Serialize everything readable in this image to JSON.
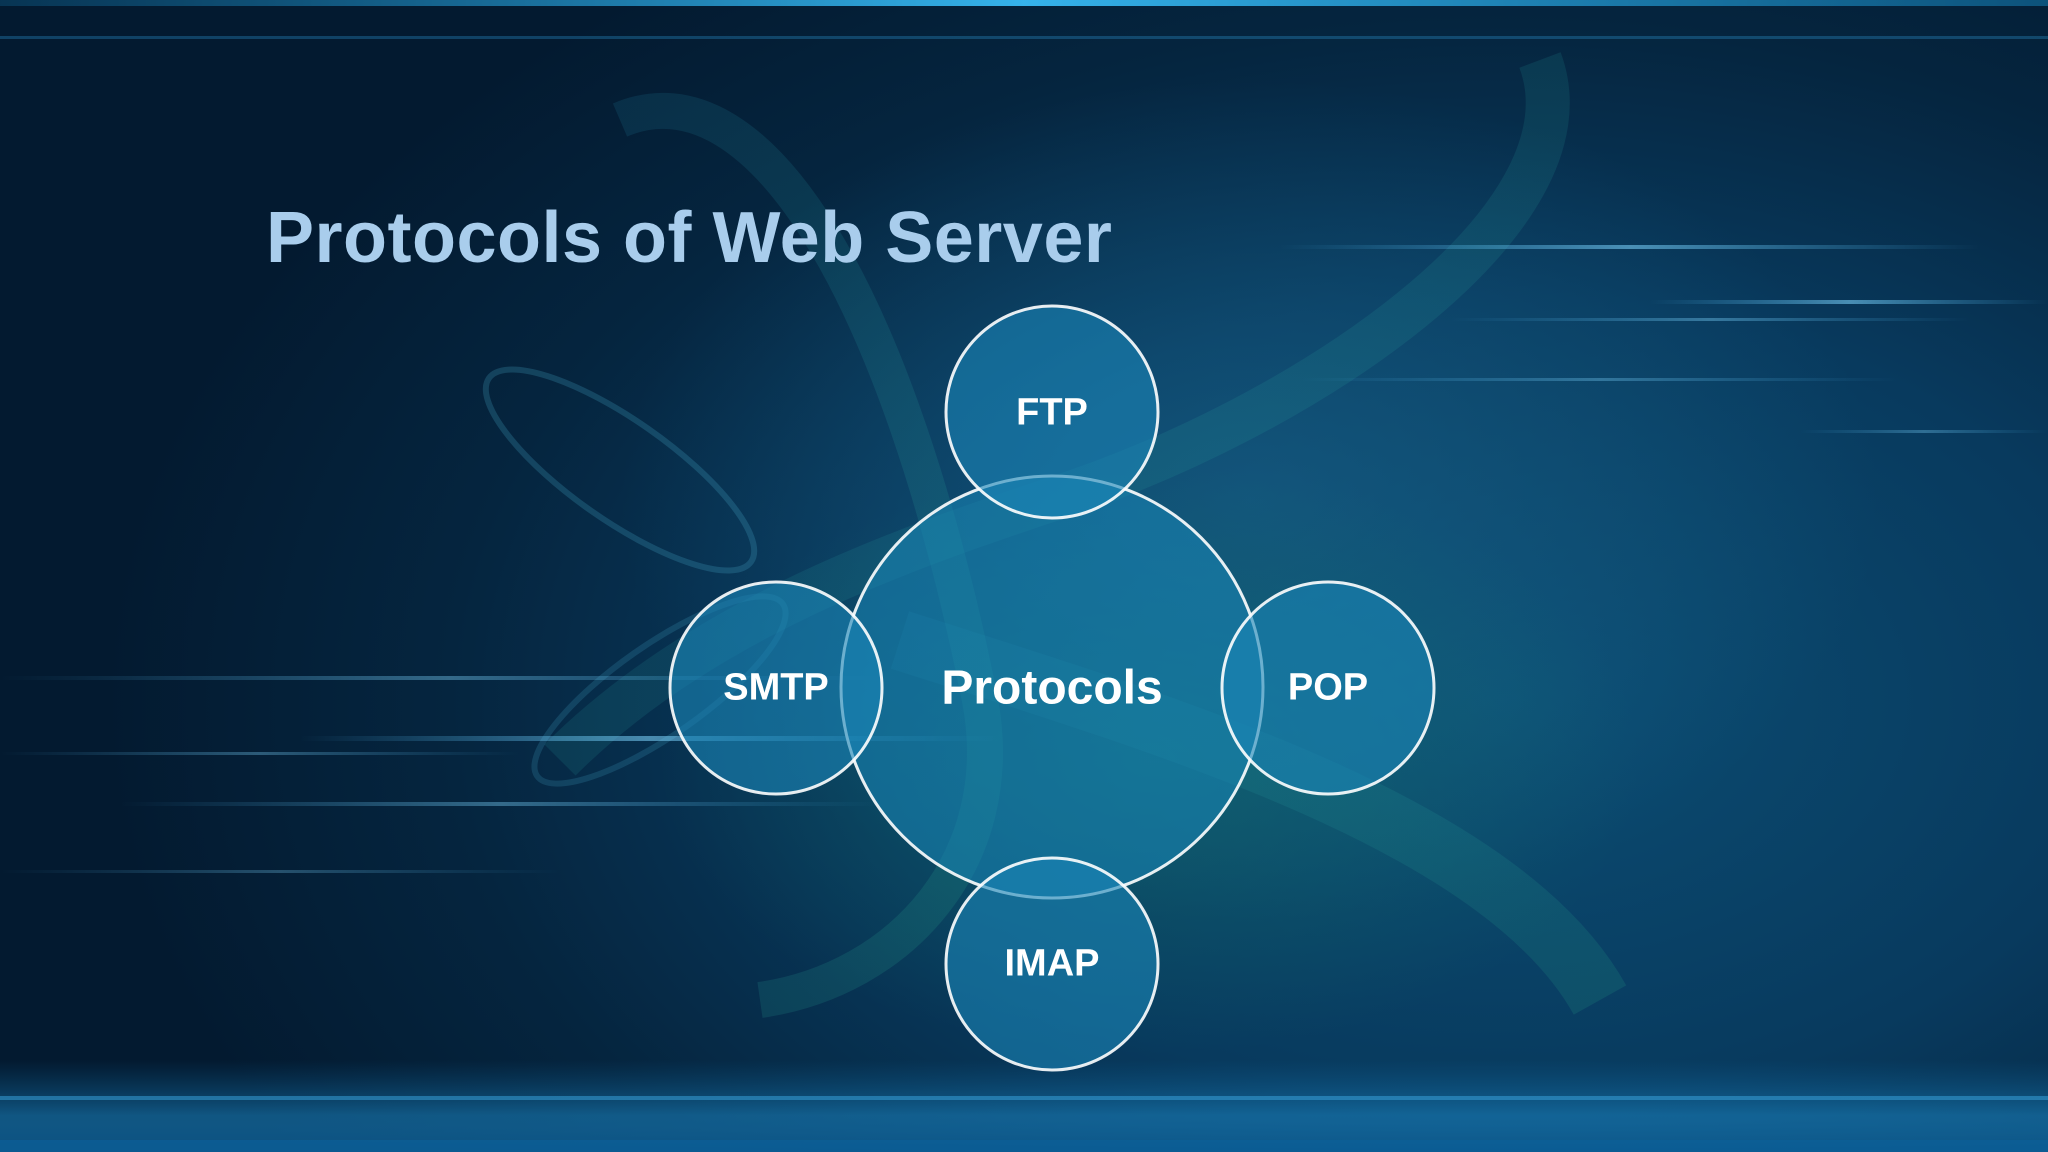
{
  "slide": {
    "title": "Protocols of Web Server"
  },
  "diagram": {
    "center": {
      "label": "Protocols"
    },
    "nodes": [
      {
        "id": "ftp",
        "label": "FTP"
      },
      {
        "id": "smtp",
        "label": "SMTP"
      },
      {
        "id": "pop",
        "label": "POP"
      },
      {
        "id": "imap",
        "label": "IMAP"
      }
    ]
  },
  "colors": {
    "title": "#a9cdec",
    "circle_fill": "#1a86b8",
    "circle_stroke": "#ffffff",
    "background": "#062c4c"
  }
}
